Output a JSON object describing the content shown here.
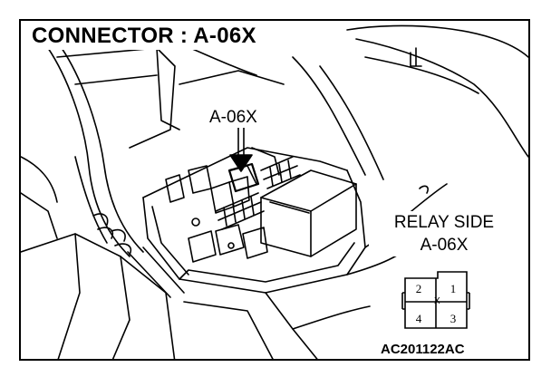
{
  "title": "CONNECTOR : A-06X",
  "callout_label": "A-06X",
  "relay_side": {
    "line1": "RELAY SIDE",
    "line2": "A-06X"
  },
  "connector_face": {
    "pins": [
      "2",
      "1",
      "4",
      "3"
    ],
    "center_mark": "X"
  },
  "figure_id": "AC201122AC"
}
